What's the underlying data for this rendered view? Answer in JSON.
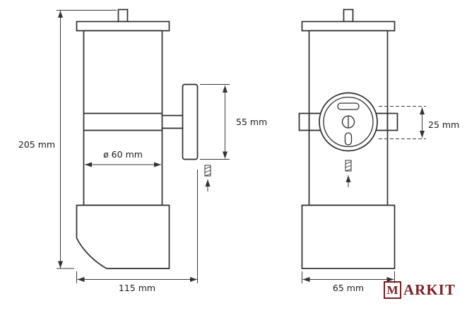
{
  "colors": {
    "background": "#ffffff",
    "object_line": "#2e2e2e",
    "dimension_line": "#3a3a3a",
    "logo": "#7b2023"
  },
  "side_view": {
    "dim_height": "205 mm",
    "dim_diameter": "ø 60 mm",
    "dim_plate_height": "55 mm",
    "dim_depth": "115 mm"
  },
  "front_view": {
    "dim_hole_spacing": "25 mm",
    "dim_width": "65 mm"
  },
  "logo": {
    "boxed_letter": "M",
    "text": "ARKIT"
  }
}
